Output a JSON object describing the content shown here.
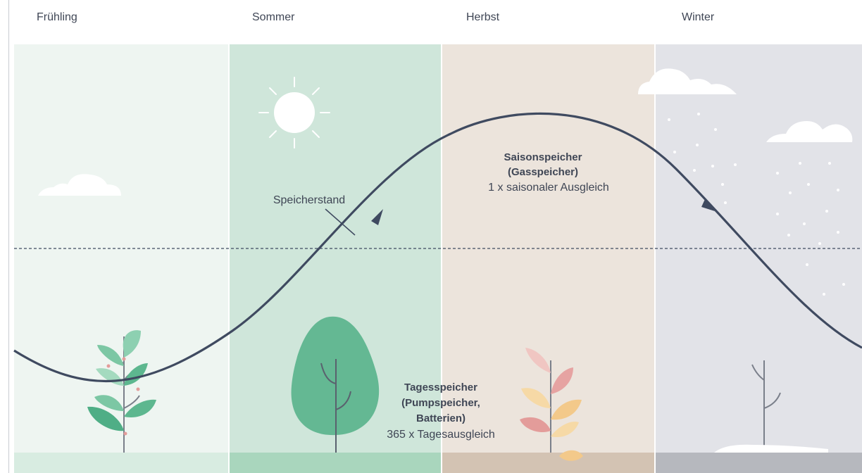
{
  "seasons": [
    {
      "label": "Frühling"
    },
    {
      "label": "Sommer"
    },
    {
      "label": "Herbst"
    },
    {
      "label": "Winter"
    }
  ],
  "curve_label": "Speicherstand",
  "seasonal_storage": {
    "title_line1": "Saisonspeicher",
    "title_line2": "(Gasspeicher)",
    "subtitle": "1 x saisonaler Ausgleich"
  },
  "daily_storage": {
    "title_line1": "Tagesspeicher",
    "title_line2": "(Pumpspeicher,",
    "title_line3": "Batterien)",
    "subtitle": "365 x Tagesausgleich"
  },
  "colors": {
    "spring_bg": "#eef5f1",
    "summer_bg": "#cfe6da",
    "autumn_bg": "#ece4dc",
    "winter_bg": "#e2e3e8",
    "spring_ground": "#d8ece1",
    "summer_ground": "#a9d6bd",
    "autumn_ground": "#d3c3b3",
    "winter_ground": "#b6b8be",
    "curve": "#3f4a60",
    "text": "#3f4655",
    "green_leaf": "#5db78f",
    "pink_leaf": "#e39c9a",
    "yellow_leaf": "#f3c98a"
  },
  "icons": [
    "cloud-icon",
    "sun-icon",
    "snowflake-dots",
    "plant-icon",
    "tree-icon",
    "bare-branch-icon"
  ]
}
